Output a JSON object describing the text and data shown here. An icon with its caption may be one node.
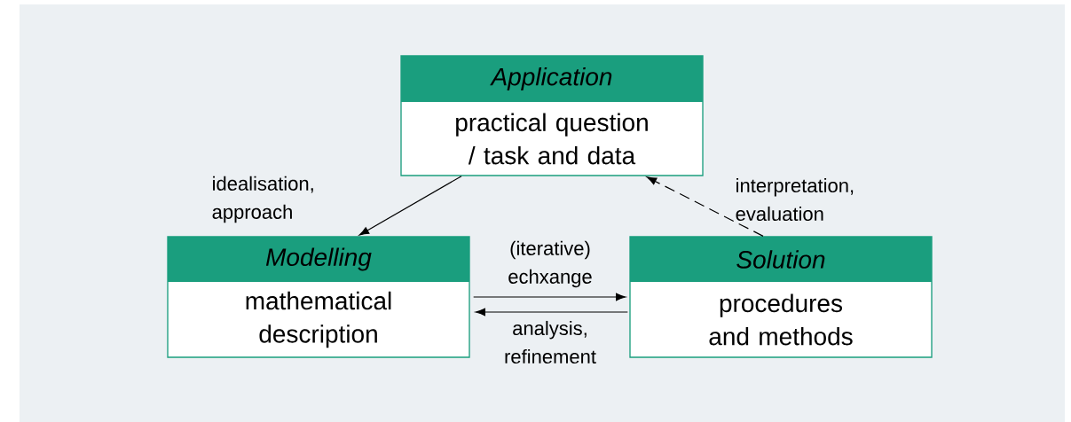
{
  "diagram": {
    "nodes": [
      {
        "text": [
          "Application",
          "practical question / task and data"
        ]
      },
      {
        "text": [
          "Modelling",
          "mathematical description"
        ]
      },
      {
        "text": [
          "Solution",
          "procedures and methods"
        ]
      }
    ],
    "edges": [
      {
        "from": 0,
        "to": 1,
        "arrow": "to",
        "label": "idealisation, approach"
      },
      {
        "from": 2,
        "to": 0,
        "arrow": "to",
        "style": "dashed",
        "label": "interpretation, evaluation"
      },
      {
        "from": 1,
        "to": 2,
        "arrow": "to",
        "label": "(iterative) echxange"
      },
      {
        "from": 2,
        "to": 1,
        "arrow": "to",
        "label": "analysis, refinement"
      }
    ]
  }
}
